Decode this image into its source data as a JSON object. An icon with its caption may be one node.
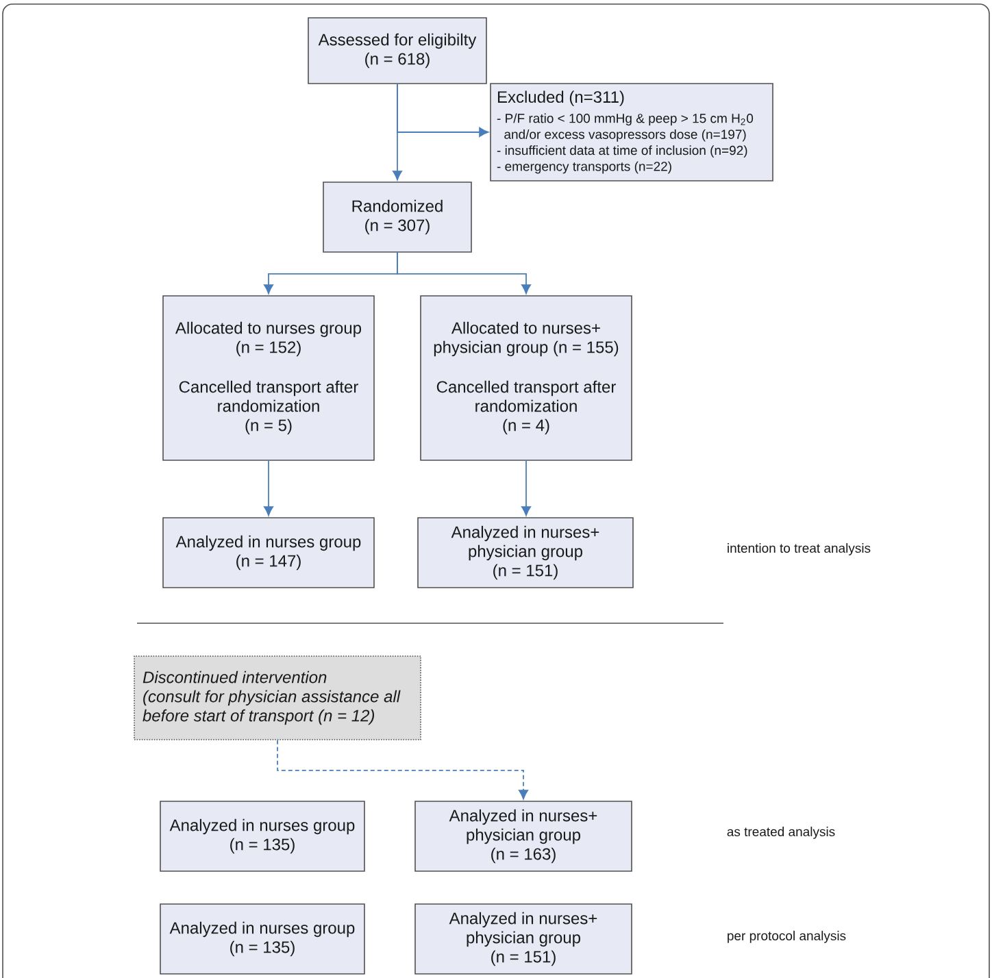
{
  "diagram": {
    "nodes": [
      {
        "text": [
          "Assessed for eligibilty",
          "(n = 618)"
        ]
      },
      {
        "text": [
          "Excluded (n=311)",
          "- P/F ratio < 100 mmHg & peep > 15 cm H$_{2}$0 and/or excess vasopressors dose (n=197)",
          "- insufficient data at time of inclusion (n=92)",
          "- emergency transports (n=22)"
        ]
      },
      {
        "text": [
          "Randomized",
          "(n = 307)"
        ]
      },
      {
        "text": [
          "Allocated to nurses group",
          "(n = 152)",
          "Cancelled transport after randomization",
          "(n = 5)"
        ]
      },
      {
        "text": [
          "Allocated to nurses+ physician group (n = 155)",
          "Cancelled transport after randomization",
          "(n = 4)"
        ]
      },
      {
        "text": [
          "Analyzed in nurses group",
          "(n = 147)"
        ]
      },
      {
        "text": [
          "Analyzed in nurses+ physician group",
          "(n = 151)"
        ]
      },
      {
        "text": [
          "Discontinued intervention",
          "(consult for physician assistance all before start of transport (n = 12)"
        ]
      },
      {
        "text": [
          "Analyzed in nurses group",
          "(n = 135)"
        ]
      },
      {
        "text": [
          "Analyzed in nurses+ physician group",
          "(n = 163)"
        ]
      },
      {
        "text": [
          "Analyzed in nurses group",
          "(n = 135)"
        ]
      },
      {
        "text": [
          "Analyzed in nurses+ physician group",
          "(n = 151)"
        ]
      }
    ],
    "edges": [
      {
        "from": 0,
        "to": 2,
        "arrow": "to"
      },
      {
        "from": 0,
        "to": 1,
        "arrow": "to"
      },
      {
        "from": 2,
        "to": 3,
        "arrow": "to"
      },
      {
        "from": 2,
        "to": 4,
        "arrow": "to"
      },
      {
        "from": 3,
        "to": 5,
        "arrow": "to"
      },
      {
        "from": 4,
        "to": 6,
        "arrow": "to"
      },
      {
        "from": 7,
        "to": 9,
        "arrow": "to",
        "style": "dashed"
      }
    ],
    "labels": [
      "intention to treat analysis",
      "as treated analysis",
      "per protocol analysis"
    ]
  }
}
